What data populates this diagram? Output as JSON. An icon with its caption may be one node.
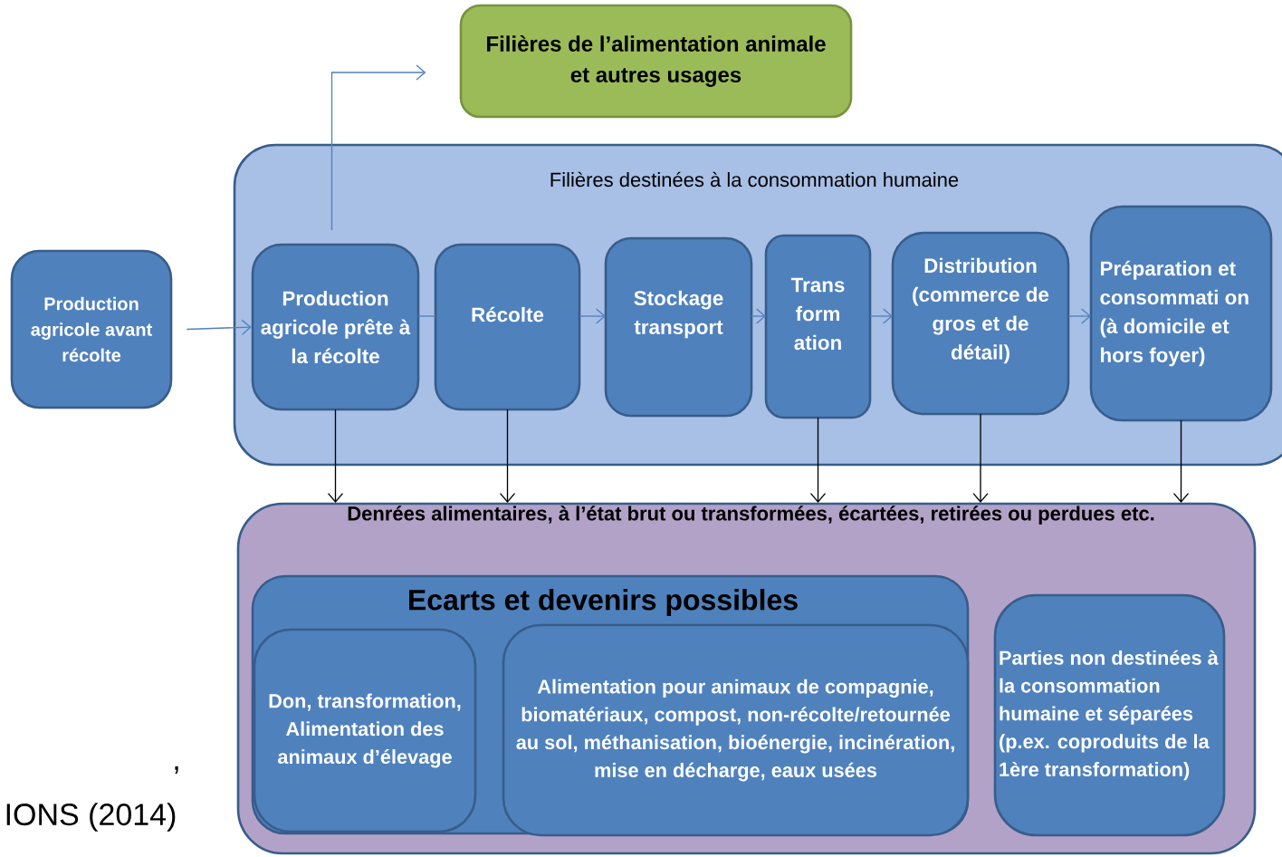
{
  "diagram": {
    "nodes": [
      {
        "text": [
          "Production agricole avant récolte"
        ]
      },
      {
        "text": [
          "Filières destinées à la consommation humaine"
        ]
      },
      {
        "text": [
          "Production agricole prête à la récolte"
        ],
        "in": 1
      },
      {
        "text": [
          "Récolte"
        ],
        "in": 1
      },
      {
        "text": [
          "Stockage transport"
        ],
        "in": 1
      },
      {
        "text": [
          "Trans form ation"
        ],
        "in": 1
      },
      {
        "text": [
          "Distribution (commerce de gros et de détail)"
        ],
        "in": 1
      },
      {
        "text": [
          "Préparation et consommati on (à domicile et hors foyer)"
        ],
        "in": 1
      },
      {
        "text": [
          "Filières de l’alimentation animale et autres usages"
        ]
      },
      {
        "text": [
          "Denrées alimentaires, à l’état brut ou transformées, écartées, retirées ou perdues etc."
        ]
      },
      {
        "text": [
          "Ecarts et devenirs possibles"
        ],
        "in": 9
      },
      {
        "text": [
          "Don, transformation, Alimentation des animaux d’élevage"
        ],
        "in": 10
      },
      {
        "text": [
          "Alimentation pour animaux de compagnie, biomatériaux, compost, non-récolte/retournée au sol, méthanisation, bioénergie, incinération, mise en décharge, eaux usées"
        ],
        "in": 10
      },
      {
        "text": [
          "Parties non destinées à la consommation humaine et séparées (p.ex. coproduits de la 1ère transformation)"
        ],
        "in": 9
      }
    ],
    "edges": [
      {
        "from": 0,
        "to": 2,
        "arrow": "to"
      },
      {
        "from": 2,
        "to": 3,
        "arrow": "none"
      },
      {
        "from": 3,
        "to": 4,
        "arrow": "to"
      },
      {
        "from": 4,
        "to": 5,
        "arrow": "to"
      },
      {
        "from": 5,
        "to": 6,
        "arrow": "to"
      },
      {
        "from": 6,
        "to": 7,
        "arrow": "to"
      },
      {
        "from": 2,
        "to": 8,
        "arrow": "to"
      },
      {
        "from": 2,
        "to": 9,
        "arrow": "to",
        "color": "#000000"
      },
      {
        "from": 3,
        "to": 9,
        "arrow": "to",
        "color": "#000000"
      },
      {
        "from": 5,
        "to": 9,
        "arrow": "to",
        "color": "#000000"
      },
      {
        "from": 6,
        "to": 9,
        "arrow": "to",
        "color": "#000000"
      },
      {
        "from": 7,
        "to": 9,
        "arrow": "to",
        "color": "#000000"
      }
    ],
    "labels": [
      ",",
      "IONS (2014)"
    ]
  }
}
